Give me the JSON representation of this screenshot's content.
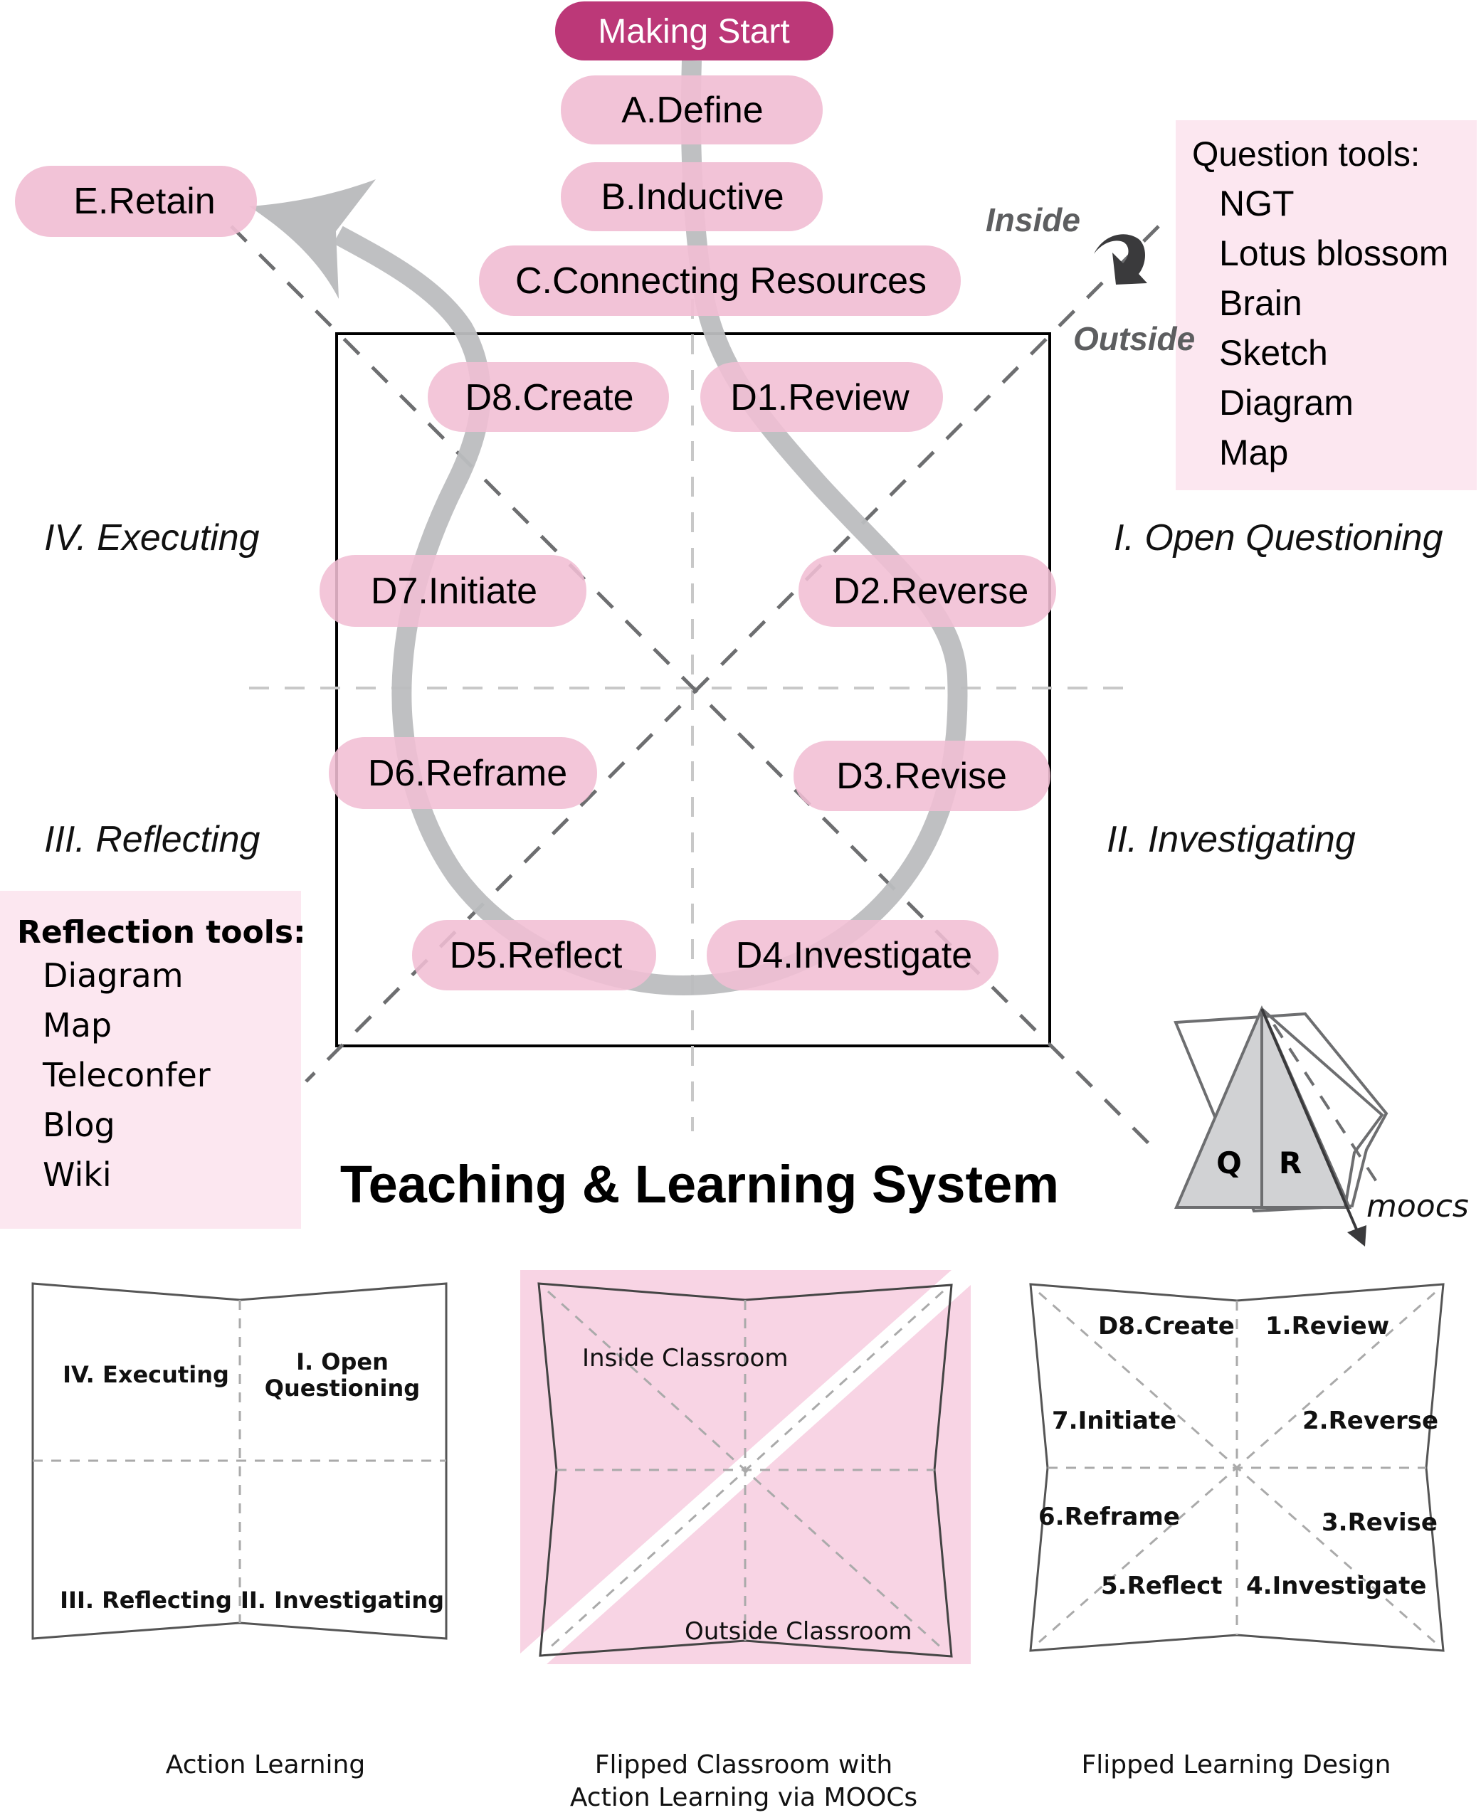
{
  "colors": {
    "start_pill": "#BC3878",
    "pill": "#F1BED4",
    "tool_box": "#FCE7F0",
    "booklet_pink": "#F8D4E4",
    "loop_gray": "#BCBDBF",
    "dash_dark": "#6D6E70",
    "dash_light": "#C8C8C8"
  },
  "top_steps": {
    "start": "Making Start",
    "a": "A.Define",
    "b": "B.Inductive",
    "c": "C.Connecting Resources",
    "e": "E.Retain"
  },
  "d_steps": {
    "d1": "D1.Review",
    "d2": "D2.Reverse",
    "d3": "D3.Revise",
    "d4": "D4.Investigate",
    "d5": "D5.Reflect",
    "d6": "D6.Reframe",
    "d7": "D7.Initiate",
    "d8": "D8.Create"
  },
  "phases": {
    "p1": "I. Open Questioning",
    "p2": "II. Investigating",
    "p3": "III. Reflecting",
    "p4": "IV. Executing"
  },
  "inside_outside": {
    "inside": "Inside",
    "outside": "Outside"
  },
  "question_tools": {
    "heading": "Question tools:",
    "items": [
      "NGT",
      "Lotus blossom",
      "Brain",
      "Sketch",
      "Diagram",
      "Map"
    ]
  },
  "reflection_tools": {
    "heading": "Reflection tools:",
    "items": [
      "Diagram",
      "Map",
      "Teleconfer",
      "Blog",
      "Wiki"
    ]
  },
  "title": "Teaching & Learning System",
  "pyramid": {
    "left": "Q",
    "right": "R",
    "label": "moocs"
  },
  "booklets": {
    "action_learning": {
      "labels": {
        "top_left": "IV. Executing",
        "top_right_line1": "I. Open",
        "top_right_line2": "Questioning",
        "bottom_left": "III. Reflecting",
        "bottom_right": "II. Investigating"
      },
      "caption": "Action Learning"
    },
    "flipped_classroom": {
      "labels": {
        "inside": "Inside Classroom",
        "outside": "Outside Classroom"
      },
      "caption_line1": "Flipped Classroom with",
      "caption_line2": "Action Learning via MOOCs"
    },
    "flipped_learning": {
      "labels": {
        "create": "D8.Create",
        "review": "1.Review",
        "initiate": "7.Initiate",
        "reverse": "2.Reverse",
        "reframe": "6.Reframe",
        "revise": "3.Revise",
        "reflect": "5.Reflect",
        "investigate": "4.Investigate"
      },
      "caption": "Flipped Learning Design"
    }
  }
}
